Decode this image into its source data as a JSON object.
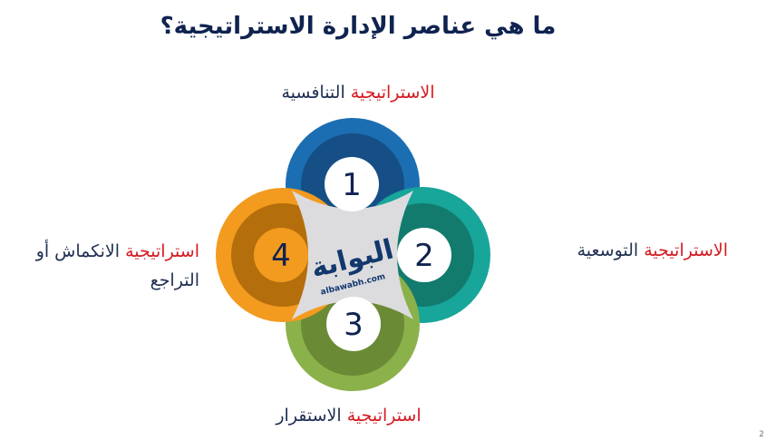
{
  "title": "ما هي عناصر الإدارة الاستراتيجية؟",
  "elements": [
    {
      "number": "1",
      "red": "الاستراتيجية",
      "dark": "التنافسية",
      "color": "#1b6eb1"
    },
    {
      "number": "2",
      "red": "الاستراتيجية",
      "dark": "التوسعية",
      "color": "#18a59a"
    },
    {
      "number": "3",
      "red": "استراتيجية",
      "dark": "الاستقرار",
      "color": "#8bb14a"
    },
    {
      "number": "4",
      "red": "استراتيجية",
      "dark": "الانكماش أو التراجع",
      "color": "#f39b1f"
    }
  ],
  "logo": {
    "arabic": "البوابة",
    "latin": "albawabh.com"
  },
  "page_number": "2"
}
